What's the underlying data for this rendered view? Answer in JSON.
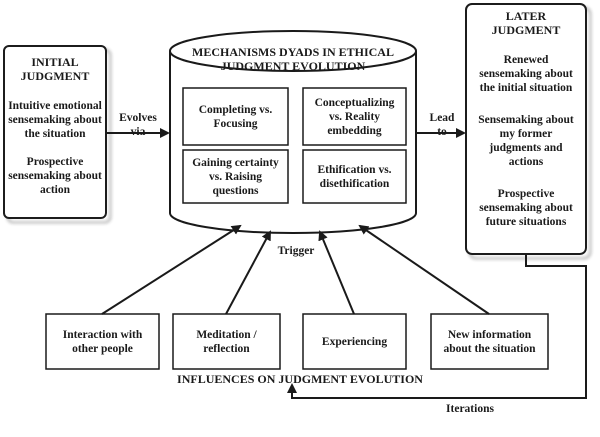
{
  "initial_judgment": {
    "title": "INITIAL\nJUDGMENT",
    "items": [
      "Intuitive emotional\nsensemaking about\nthe situation",
      "Prospective\nsensemaking about\naction"
    ]
  },
  "mechanisms": {
    "title": "MECHANISMS DYADS IN ETHICAL\nJUDGMENT EVOLUTION",
    "dyads": [
      "Completing vs.\nFocusing",
      "Conceptualizing\nvs. Reality\nembedding",
      "Gaining certainty\nvs. Raising\nquestions",
      "Ethification vs.\ndisethification"
    ]
  },
  "later_judgment": {
    "title": "LATER\nJUDGMENT",
    "items": [
      "Renewed\nsensemaking about\nthe initial situation",
      "Sensemaking about\nmy former\njudgments and\nactions",
      "Prospective\nsensemaking about\nfuture situations"
    ]
  },
  "connectors": {
    "evolves_via": "Evolves\nvia",
    "lead_to": "Lead\nto",
    "trigger": "Trigger",
    "iterations": "Iterations"
  },
  "influences": {
    "title": "INFLUENCES ON JUDGMENT EVOLUTION",
    "items": [
      "Interaction with\nother people",
      "Meditation /\nreflection",
      "Experiencing",
      "New information\nabout the situation"
    ]
  }
}
